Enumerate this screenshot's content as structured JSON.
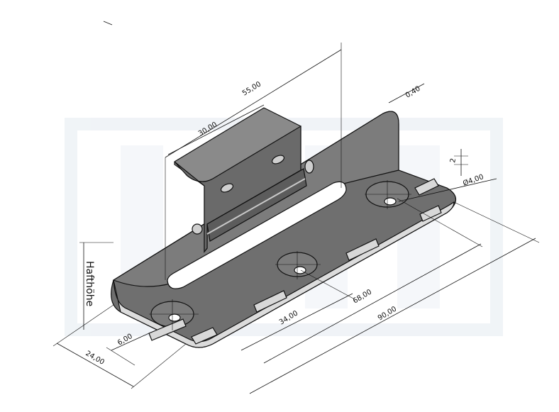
{
  "colors": {
    "plate": "#7a7a7a",
    "plate_dark": "#5a5a5a",
    "plate_edge": "#d0d0d0",
    "watermark": "#e8eef3",
    "line": "#111111"
  },
  "dimensions": {
    "length_total": "90,00",
    "length_68": "68,00",
    "length_34": "34,00",
    "bracket_55": "55,00",
    "bracket_30": "30,00",
    "thickness": "0,40",
    "hole_diameter": "Ø4,00",
    "small_2": "2",
    "width_24": "24,00",
    "offset_6": "6,00"
  },
  "labels": {
    "height": "Hafthöhe"
  },
  "watermark": {
    "icon": "watermark-logo"
  }
}
